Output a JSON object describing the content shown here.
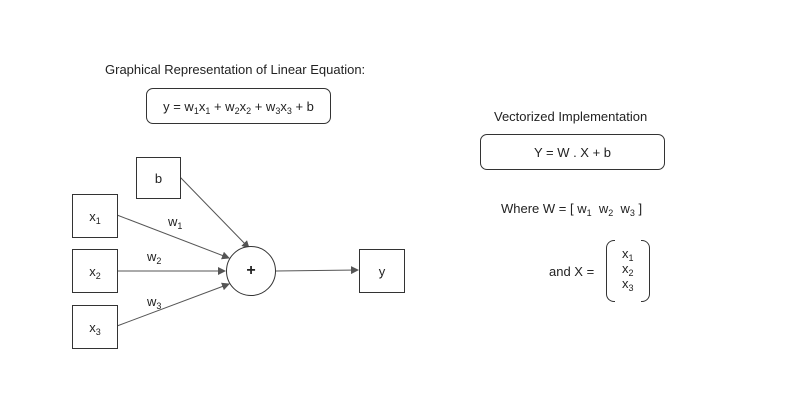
{
  "title": "Graphical Representation of Linear Equation:",
  "equation": {
    "lhs": "y = ",
    "w1": "w",
    "w1_sub": "1",
    "x1": "x",
    "x1_sub": "1",
    "plus_1": " + ",
    "w2": "w",
    "w2_sub": "2",
    "x2": "x",
    "x2_sub": "2",
    "plus_2": " + ",
    "w3": "w",
    "w3_sub": "3",
    "x3": "x",
    "x3_sub": "3",
    "tail": " + b"
  },
  "nodes": {
    "bias": "b",
    "x1": "x",
    "x1_sub": "1",
    "x2": "x",
    "x2_sub": "2",
    "x3": "x",
    "x3_sub": "3",
    "sum": "+",
    "output": "y"
  },
  "weights": {
    "w1": "w",
    "w1_sub": "1",
    "w2": "w",
    "w2_sub": "2",
    "w3": "w",
    "w3_sub": "3"
  },
  "vectorized": {
    "heading": "Vectorized Implementation",
    "formula": "Y = W . X + b",
    "where_prefix": "Where W = [ ",
    "w1": "w",
    "w1_sub": "1",
    "w2": "w",
    "w2_sub": "2",
    "w3": "w",
    "w3_sub": "3",
    "where_suffix": " ]",
    "and_x": "and X =",
    "x1": "x",
    "x1_sub": "1",
    "x2": "x",
    "x2_sub": "2",
    "x3": "x",
    "x3_sub": "3"
  },
  "colors": {
    "stroke": "#333333",
    "arrow": "#555555",
    "text": "#222222",
    "background": "#ffffff"
  }
}
